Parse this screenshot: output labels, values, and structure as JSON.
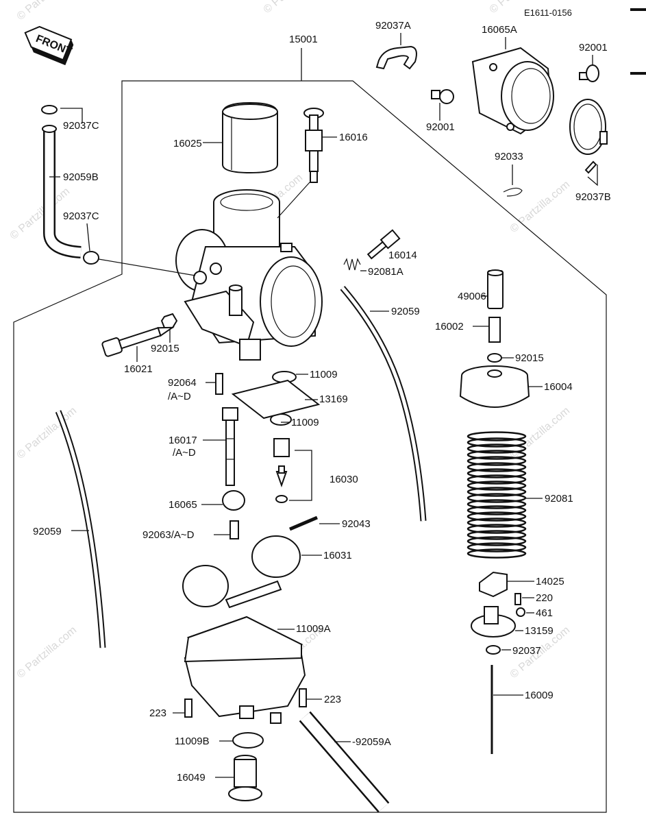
{
  "diagram": {
    "code": "E1611-0156",
    "front_label": "FRONT",
    "watermark": "© Partzilla.com",
    "assembly_number": "15001"
  },
  "labels": [
    {
      "id": "15001",
      "text": "15001"
    },
    {
      "id": "92037A",
      "text": "92037A"
    },
    {
      "id": "16065A",
      "text": "16065A"
    },
    {
      "id": "92001_top",
      "text": "92001"
    },
    {
      "id": "92001_left",
      "text": "92001"
    },
    {
      "id": "92037C_top",
      "text": "92037C"
    },
    {
      "id": "16025",
      "text": "16025"
    },
    {
      "id": "16016",
      "text": "16016"
    },
    {
      "id": "92059B",
      "text": "92059B"
    },
    {
      "id": "92033",
      "text": "92033"
    },
    {
      "id": "92037B",
      "text": "92037B"
    },
    {
      "id": "92037C_mid",
      "text": "92037C"
    },
    {
      "id": "16014",
      "text": "16014"
    },
    {
      "id": "92081A",
      "text": "92081A"
    },
    {
      "id": "49006",
      "text": "49006"
    },
    {
      "id": "92059_mid",
      "text": "92059"
    },
    {
      "id": "16002",
      "text": "16002"
    },
    {
      "id": "92015_left",
      "text": "92015"
    },
    {
      "id": "92015_right",
      "text": "92015"
    },
    {
      "id": "16021",
      "text": "16021"
    },
    {
      "id": "11009_top",
      "text": "11009"
    },
    {
      "id": "92064",
      "text": "92064"
    },
    {
      "id": "92064_sub",
      "text": "/A~D"
    },
    {
      "id": "13169",
      "text": "13169"
    },
    {
      "id": "16004",
      "text": "16004"
    },
    {
      "id": "11009_bot",
      "text": "11009"
    },
    {
      "id": "16017",
      "text": "16017"
    },
    {
      "id": "16017_sub",
      "text": "/A~D"
    },
    {
      "id": "16030",
      "text": "16030"
    },
    {
      "id": "92081",
      "text": "92081"
    },
    {
      "id": "16065",
      "text": "16065"
    },
    {
      "id": "92043",
      "text": "92043"
    },
    {
      "id": "92063",
      "text": "92063/A~D"
    },
    {
      "id": "92059_left",
      "text": "92059"
    },
    {
      "id": "16031",
      "text": "16031"
    },
    {
      "id": "14025",
      "text": "14025"
    },
    {
      "id": "220",
      "text": "220"
    },
    {
      "id": "461",
      "text": "461"
    },
    {
      "id": "11009A",
      "text": "11009A"
    },
    {
      "id": "13159",
      "text": "13159"
    },
    {
      "id": "92037",
      "text": "92037"
    },
    {
      "id": "16009",
      "text": "16009"
    },
    {
      "id": "223_left",
      "text": "223"
    },
    {
      "id": "223_right",
      "text": "223"
    },
    {
      "id": "11009B",
      "text": "11009B"
    },
    {
      "id": "92059A",
      "text": "-92059A"
    },
    {
      "id": "16049",
      "text": "16049"
    }
  ]
}
